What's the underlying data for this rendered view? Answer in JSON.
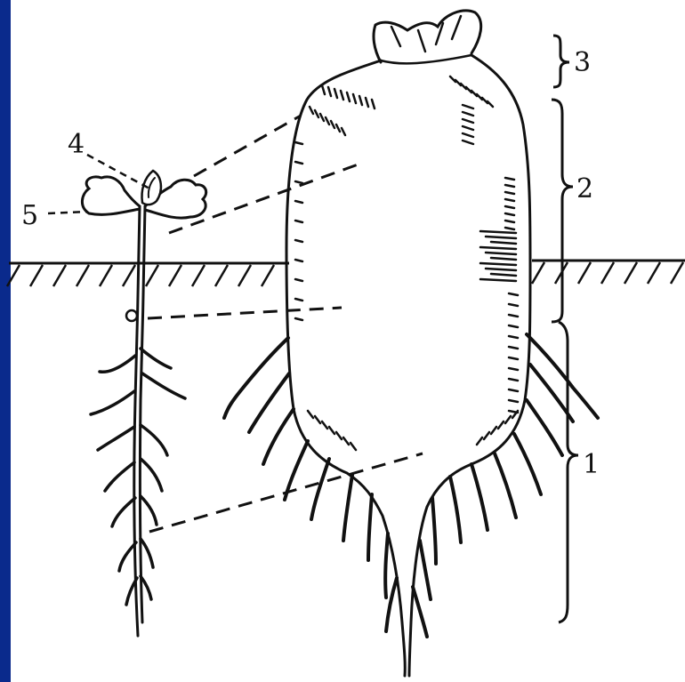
{
  "labels": {
    "root_zone": "1",
    "hypocotyl_zone": "2",
    "crown_zone": "3",
    "seedling_bud": "4",
    "seedling_cotyledon": "5"
  },
  "colors": {
    "left_border": "#0a2a8c",
    "line": "#111111",
    "background": "#ffffff"
  }
}
